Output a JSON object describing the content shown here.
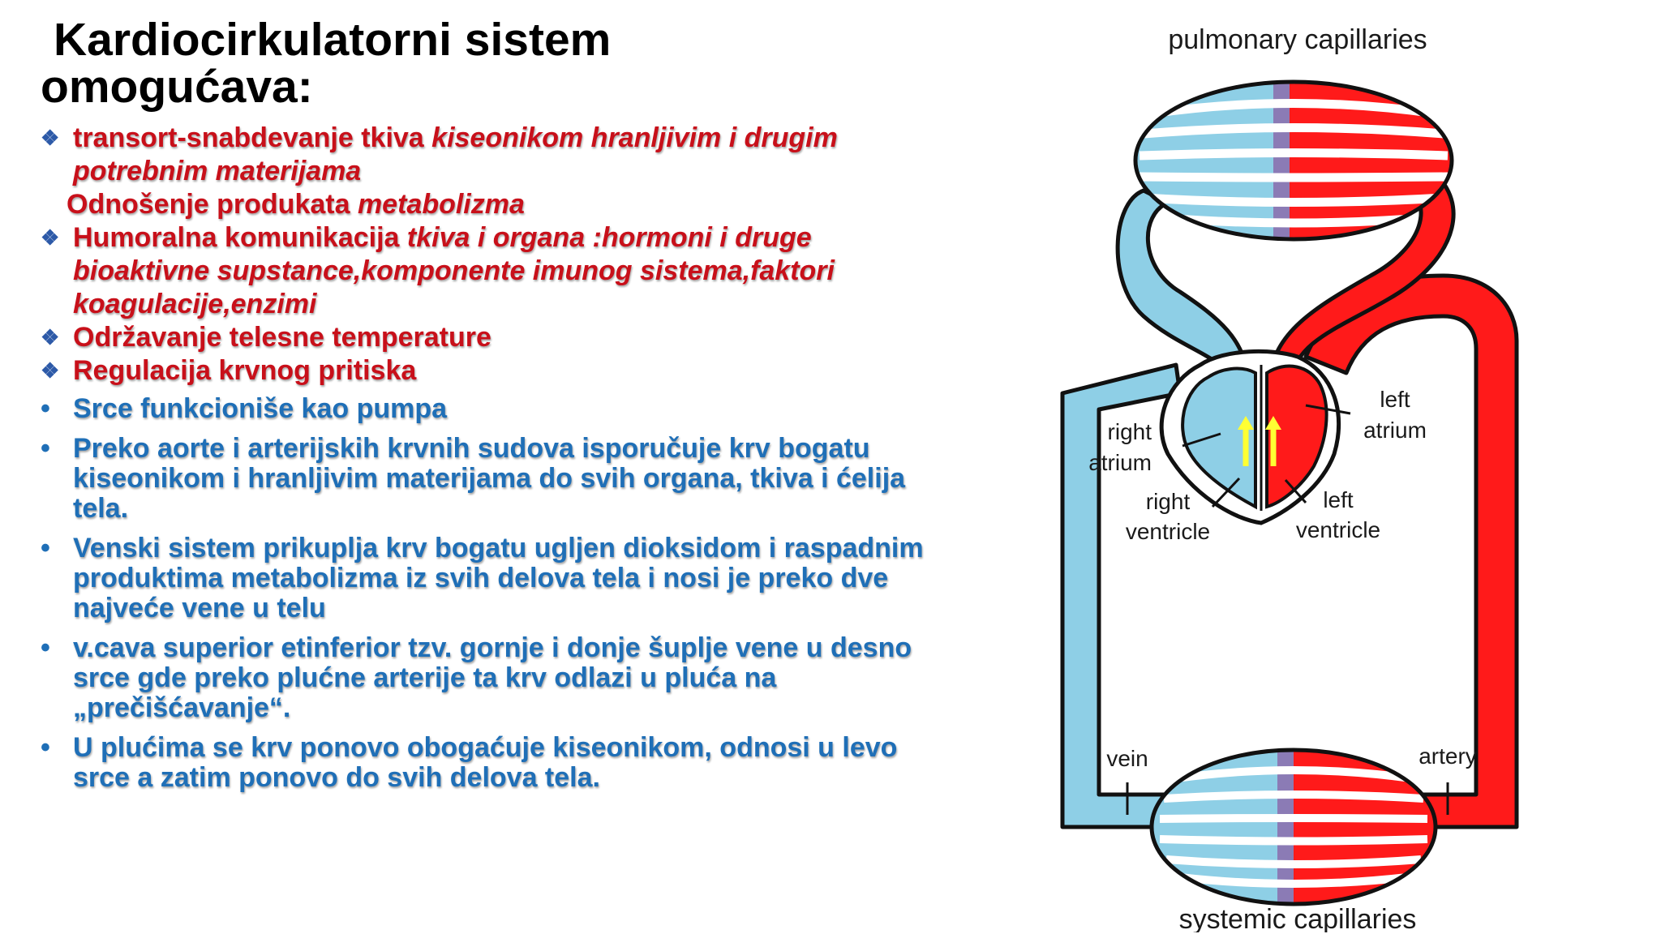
{
  "title": {
    "line1": "Kardiocirkulatorni sistem",
    "line2": "omogućava:"
  },
  "bullets": [
    {
      "style": "red",
      "marker": "❖",
      "parts": [
        {
          "t": " transort-snabdevanje tkiva "
        },
        {
          "t": "kiseonikom hranljivim i drugim potrebnim  materijama",
          "i": true
        }
      ]
    },
    {
      "style": "red",
      "marker": "",
      "parts": [
        {
          "t": "Odnošenje produkata "
        },
        {
          "t": "metabolizma",
          "i": true
        }
      ]
    },
    {
      "style": "red",
      "marker": "❖",
      "parts": [
        {
          "t": "Humoralna komunikacija "
        },
        {
          "t": "tkiva i organa :hormoni i druge bioaktivne supstance,komponente imunog sistema,faktori koagulacije,enzimi",
          "i": true
        }
      ]
    },
    {
      "style": "red",
      "marker": "❖",
      "parts": [
        {
          "t": "Održavanje telesne temperature"
        }
      ]
    },
    {
      "style": "red",
      "marker": "❖",
      "parts": [
        {
          "t": "Regulacija krvnog pritiska"
        }
      ]
    },
    {
      "style": "blue",
      "marker": "•",
      "parts": [
        {
          "t": "Srce funkcioniše kao pumpa"
        }
      ]
    },
    {
      "style": "blue",
      "marker": "•",
      "parts": [
        {
          "t": " Preko aorte i arterijskih krvnih sudova isporučuje krv bogatu kiseonikom i hranljivim materijama do svih organa, tkiva i ćelija tela."
        }
      ]
    },
    {
      "style": "blue",
      "marker": "•",
      "parts": [
        {
          "t": "Venski sistem prikuplja krv bogatu ugljen dioksidom i raspadnim produktima metabolizma iz svih delova tela i nosi je preko dve najveće vene u telu"
        }
      ]
    },
    {
      "style": "blue",
      "marker": "•",
      "parts": [
        {
          "t": " v.cava superior etinferior tzv. gornje i donje šuplje vene u desno srce gde preko plućne arterije ta krv odlazi u pluća na „prečišćavanje“."
        }
      ]
    },
    {
      "style": "blue",
      "marker": "•",
      "parts": [
        {
          "t": "U plućima se krv ponovo obogaćuje kiseonikom, odnosi u levo srce a zatim ponovo do svih delova tela."
        }
      ]
    }
  ],
  "diagram": {
    "pulmonary_label": "pulmonary capillaries",
    "systemic_label": "systemic capillaries",
    "right_atrium_1": "right",
    "right_atrium_2": "atrium",
    "left_atrium_1": "left",
    "left_atrium_2": "atrium",
    "right_ventricle_1": "right",
    "right_ventricle_2": "ventricle",
    "left_ventricle_1": "left",
    "left_ventricle_2": "ventricle",
    "vein": "vein",
    "artery": "artery",
    "colors": {
      "deoxygenated": "#8ecfe6",
      "oxygenated": "#ff1a1a",
      "mix": "#8b7bb5",
      "arrow": "#ffff33",
      "outline": "#111111"
    }
  }
}
